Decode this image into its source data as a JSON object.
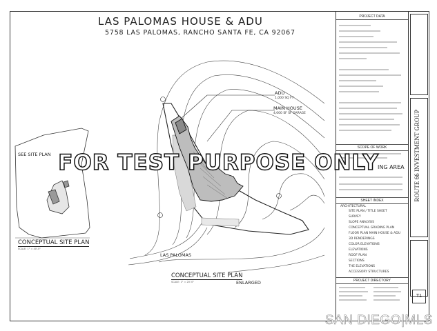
{
  "header": {
    "title": "LAS PALOMAS HOUSE & ADU",
    "address": "5758 LAS PALOMAS, RANCHO SANTA FE, CA 92067"
  },
  "plans": {
    "conceptual_site_plan": "CONCEPTUAL SITE PLAN",
    "conceptual_site_plan_scale": "SCALE: 1\" = 40'-0\"",
    "enlarged_plan": "CONCEPTUAL SITE PLAN",
    "enlarged_plan_scale": "SCALE: 1\" = 20'-0\"",
    "enlarged_label": "ENLARGED"
  },
  "callouts": {
    "adu": "ADU",
    "adu_note": "1,000 SQ FT",
    "main_house": "MAIN HOUSE",
    "main_house_note": "4,000 SF SF GARAGE",
    "street": "LAS PALOMAS",
    "small_note_1": "SEE SITE PLAN"
  },
  "right_panel": {
    "project_data": "PROJECT DATA",
    "scope_of_work": "SCOPE OF WORK",
    "sheet_index": "SHEET INDEX",
    "project_directory": "PROJECT DIRECTORY",
    "building_area_fragment": "ING AREA",
    "sheet_list_head": "ARCHITECTURAL",
    "sheets": [
      "SITE PLAN / TITLE SHEET",
      "SURVEY",
      "SLOPE ANALYSIS",
      "CONCEPTUAL GRADING PLAN",
      "FLOOR PLAN MAIN HOUSE & ADU",
      "3D RENDERINGS",
      "COLOR ELEVATIONS",
      "ELEVATIONS",
      "ROOF PLAN",
      "SECTIONS",
      "THE ELEVATIONS",
      "ACCESSORY STRUCTURES"
    ]
  },
  "title_block": {
    "firm": "ROUTE 66 INVESTMENT GROUP",
    "sheet": "T1"
  },
  "watermark": "FOR TEST PURPOSE ONLY",
  "mls_brand": "SAN DIEGO|MLS"
}
